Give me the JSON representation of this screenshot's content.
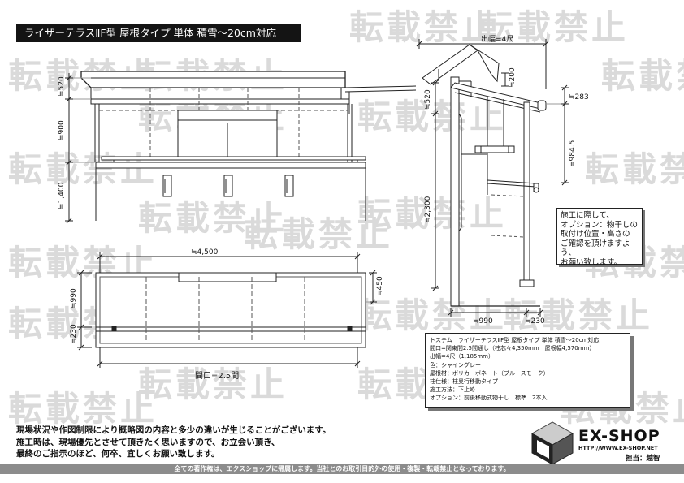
{
  "title": "ライザーテラスⅡF型 屋根タイプ 単体 積雪～20cm対応",
  "watermark": "転載禁止",
  "front_view": {
    "dims": {
      "h_roof": "≒520",
      "h_mid": "≒900",
      "h_low": "≒1,400"
    }
  },
  "plan_view": {
    "dims": {
      "width": "≒4,500",
      "depth": "≒990",
      "front": "≒230",
      "right": "≒450",
      "opening": "間口=2.5間"
    }
  },
  "side_view": {
    "dims": {
      "depth": "出幅=4尺",
      "d200": "≒200",
      "d520": "≒520",
      "d283": "≒283",
      "d984": "≒984.5",
      "d2300": "≒2,300",
      "d990": "≒990",
      "d230": "≒230"
    }
  },
  "note": {
    "lines": [
      "施工に際して、",
      "オプション：物干しの",
      "取付け位置・高さの",
      "ご確認を頂けますよう、",
      "お願い致します。"
    ]
  },
  "spec": {
    "lines": [
      "トステム　ライザーテラスⅡF型 屋根タイプ 単体 積雪～20cm対応",
      "間口=関東間2.5間通し（柱芯々4,350mm　屋根幅4,570mm）",
      "出幅=4尺（1,185mm）",
      "色：シャイングレー",
      "屋根材：ポリカーボネート（ブルースモーク）",
      "柱仕様：柱奥行移動タイプ",
      "施工方法：下止め",
      "オプション：前後移動式物干し　標準　2本入"
    ]
  },
  "warning": {
    "lines": [
      "現場状況や作図制限により概略図の内容と多少の違いが生じることがございます。",
      "施工時は、現場優先とさせて頂きたく思いますので、お立会い頂き、",
      "最終のご指示のほど、何卒、宜しくお願い致します。"
    ]
  },
  "logo": {
    "name": "EX-SHOP",
    "url": "HTTP://WWW.EX-SHOP.NET",
    "staff": "担当：越智"
  },
  "footer": "全ての著作権は、エクスショップに帰属します。当社とのお取引目的外の使用・複製・転載禁止となっております。"
}
